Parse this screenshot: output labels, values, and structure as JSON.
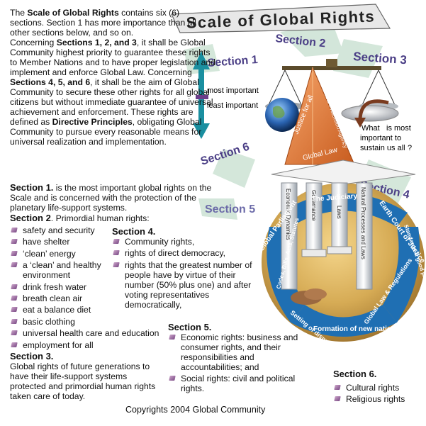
{
  "title": "Scale of Global Rights",
  "intro": {
    "p1_pre": "The ",
    "p1_bold": "Scale of Global Rights",
    "p1_post": " contains six (6) sections. Section 1 has more importance than all other sections below, and so on.",
    "p2_a": "Concerning ",
    "p2_b": "Sections 1, 2, and 3",
    "p2_c": ", it shall be Global Community highest priority to guarantee these rights to Member Nations and to have proper legislation and implement and enforce Global Law. Concerning ",
    "p2_d": "Sections 4, 5, and 6",
    "p2_e": ", it shall be the aim of Global Community to secure these other rights for all global citizens but without immediate guarantee of universal achievement and enforcement. These rights are defined as ",
    "p2_f": "Directive Principles",
    "p2_g": ", obligating Global Community to pursue every reasonable means for universal realization and implementation."
  },
  "diagram": {
    "section_labels": [
      "Section 1",
      "Section 2",
      "Section 3",
      "Section 4",
      "Section 5",
      "Section 6"
    ],
    "most_important": "most important",
    "least_important": "least important",
    "question": [
      "What",
      "is most",
      "important to",
      "sustain us all",
      "?"
    ],
    "triangle_labels": [
      "Justice for all",
      "Global Protection Agency",
      "Global Law"
    ],
    "columns": [
      "Economic Dynamics",
      "Governance",
      "Laws",
      "Natural Processes and Laws"
    ],
    "ring_labels": [
      "Global Parliament",
      "The Judiciary",
      "Earth Court of Justice",
      "Codes, Bills, Acts, Statutes",
      "Standards & good practices",
      "Setting of disputes",
      "Formation of new nations",
      "Global Law & Regulations"
    ]
  },
  "section1": {
    "head": "Section 1.",
    "text": " is the most important global rights on the Scale and is concerned with the protection of the planetary life-support systems."
  },
  "section2": {
    "head": "Section 2",
    "text": ". Primordial human rights:",
    "items": [
      "safety and security",
      "have shelter",
      "‘clean’ energy",
      "a ‘clean’ and healthy environment",
      "drink fresh water",
      "breath clean air",
      "eat a balance diet",
      "basic clothing",
      "universal health care and education",
      "employment for all"
    ]
  },
  "section3": {
    "head": "Section 3.",
    "text": "Global rights of future generations to have their life-support systems protected and primordial human rights taken care of today."
  },
  "section4": {
    "head": "Section 4.",
    "items": [
      "Community rights,",
      "rights of direct democracy,",
      "rights that the greatest number of people have by virtue of their number (50% plus one) and after voting representatives democratically,"
    ]
  },
  "section5": {
    "head": "Section 5.",
    "items": [
      "Economic rights: business and consumer rights, and their responsibilities and accountabilities; and",
      "Social rights: civil and political rights."
    ]
  },
  "section6": {
    "head": "Section 6.",
    "items": [
      "Cultural rights",
      "Religious rights"
    ]
  },
  "copyright": "Copyrights 2004 Global Community",
  "colors": {
    "arrow_teal": "#1a8fa0",
    "triangle": "#e07a35",
    "ring_blue": "#1f6fb3",
    "globe": "#c9a25a",
    "section_text": "#5a4a8c",
    "bullet": "#8a5a96"
  }
}
